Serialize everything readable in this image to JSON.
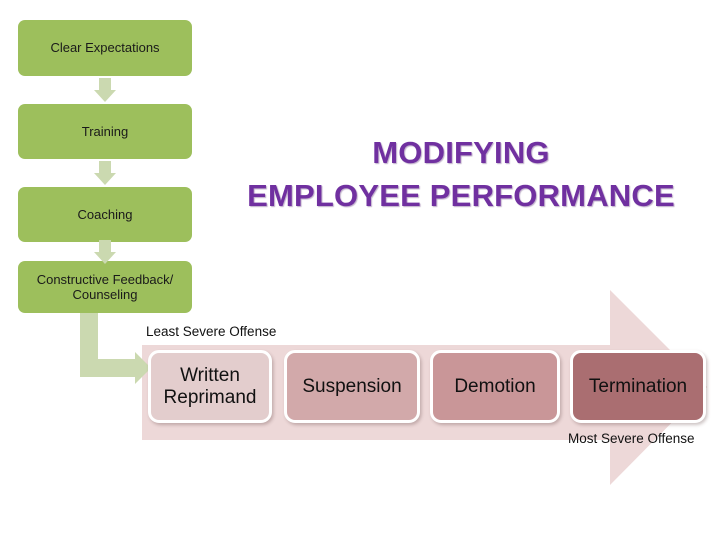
{
  "title": {
    "line1": "MODIFYING",
    "line2": "EMPLOYEE PERFORMANCE",
    "color": "#7030A0"
  },
  "process_flow": {
    "accent_color": "#9DBF5C",
    "connector_color": "#CBD9B0",
    "steps": [
      {
        "label": "Clear Expectations"
      },
      {
        "label": "Training"
      },
      {
        "label": "Coaching"
      },
      {
        "label": "Constructive Feedback/ Counseling"
      }
    ]
  },
  "severity_scale": {
    "band_color": "#EDD8D8",
    "start_label": "Least Severe Offense",
    "end_label": "Most Severe Offense",
    "steps": [
      {
        "label": "Written Reprimand",
        "color": "#E3CDCD"
      },
      {
        "label": "Suspension",
        "color": "#D2A9AA"
      },
      {
        "label": "Demotion",
        "color": "#C99698"
      },
      {
        "label": "Termination",
        "color": "#AA6E71"
      }
    ]
  }
}
